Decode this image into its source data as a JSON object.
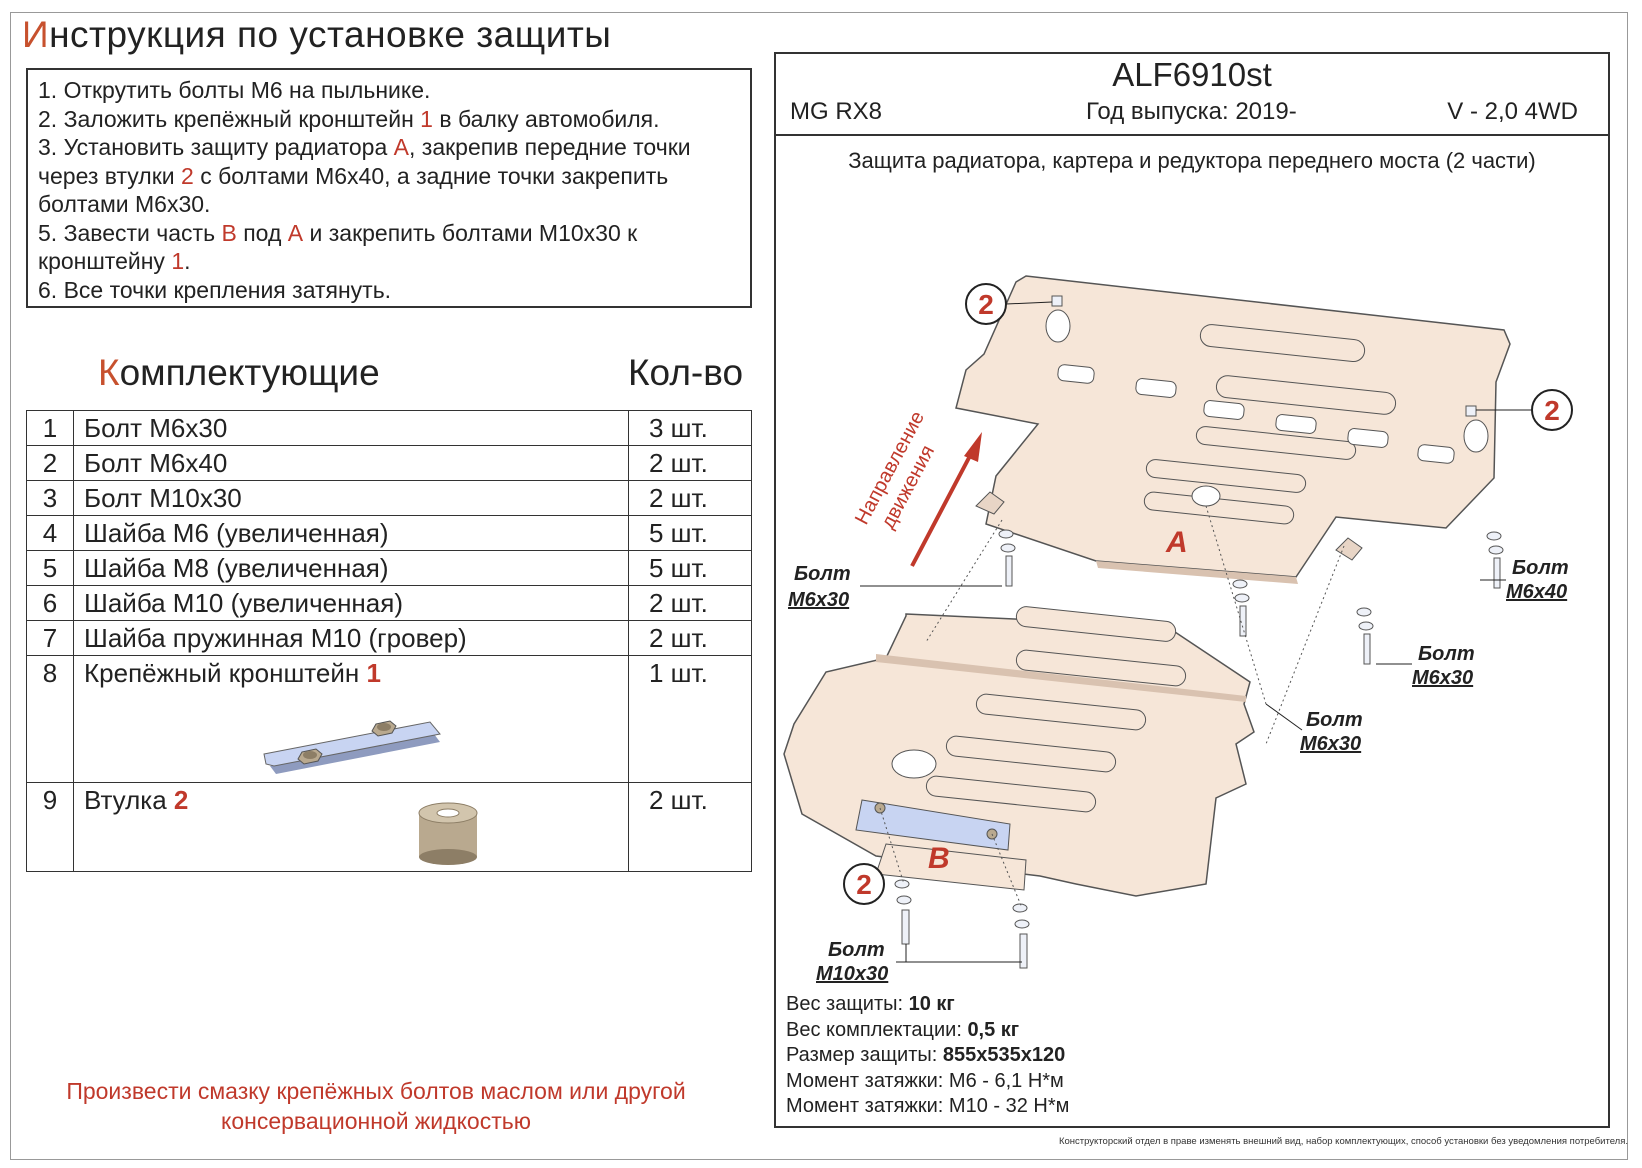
{
  "title": {
    "first_letter": "И",
    "rest": "нструкция по установке защиты"
  },
  "steps": [
    {
      "text": "1. Открутить болты М6 на пыльнике."
    },
    {
      "pre": "2. Заложить крепёжный кронштейн ",
      "mark": "1",
      "post": " в балку автомобиля."
    },
    {
      "pre": "3. Установить защиту радиатора ",
      "mark": "А",
      "post": ", закрепив передние точки"
    },
    {
      "pre": "через втулки ",
      "mark": "2",
      "post": " с болтами М6х40, а задние точки закрепить"
    },
    {
      "text": "болтами М6х30."
    },
    {
      "pre": "5. Завести часть ",
      "mark": "В",
      "mid": " под ",
      "mark2": "А",
      "post": " и закрепить болтами М10х30 к"
    },
    {
      "pre": "кронштейну ",
      "mark": "1",
      "post": "."
    },
    {
      "text": "6. Все точки крепления затянуть."
    }
  ],
  "parts": {
    "heading_first_letter": "К",
    "heading_rest": "омплектующие",
    "qty_heading": "Кол-во",
    "rows": [
      {
        "num": "1",
        "name": "Болт М6х30",
        "qty": "3 шт."
      },
      {
        "num": "2",
        "name": "Болт М6х40",
        "qty": "2 шт."
      },
      {
        "num": "3",
        "name": "Болт М10х30",
        "qty": "2 шт."
      },
      {
        "num": "4",
        "name": "Шайба М6 (увеличенная)",
        "qty": "5 шт."
      },
      {
        "num": "5",
        "name": "Шайба М8 (увеличенная)",
        "qty": "5 шт."
      },
      {
        "num": "6",
        "name": "Шайба М10 (увеличенная)",
        "qty": "2 шт."
      },
      {
        "num": "7",
        "name": "Шайба пружинная М10 (гровер)",
        "qty": "2 шт."
      },
      {
        "num": "8",
        "name": "Крепёжный кронштейн ",
        "mark": "1",
        "qty": "1 шт."
      },
      {
        "num": "9",
        "name": "Втулка ",
        "mark": "2",
        "qty": "2 шт."
      }
    ]
  },
  "note": {
    "line1": "Произвести смазку крепёжных болтов маслом или другой",
    "line2": "консервационной жидкостью"
  },
  "header": {
    "code": "ALF6910st",
    "model": "MG RX8",
    "year": "Год выпуска: 2019-",
    "engine": "V - 2,0 4WD",
    "description": "Защита радиатора, картера и редуктора переднего моста (2 части)"
  },
  "diagram": {
    "direction_line1": "Направление",
    "direction_line2": "движения",
    "part_a": "A",
    "part_b": "B",
    "callout_bushing": "2",
    "bolt_word": "Болт",
    "bolt_m6x30": "М6х30",
    "bolt_m6x40": "М6х40",
    "bolt_m10x30": "М10х30"
  },
  "specs": [
    {
      "label": "Вес защиты: ",
      "value": "10 кг"
    },
    {
      "label": "Вес комплектации: ",
      "value": "0,5 кг"
    },
    {
      "label": "Размер защиты: ",
      "value": "855x535x120"
    },
    {
      "label": "Момент затяжки: ",
      "value": "М6 - 6,1 Н*м"
    },
    {
      "label": "Момент затяжки: ",
      "value": "М10 - 32 Н*м"
    }
  ],
  "disclaimer": "Конструкторский отдел в праве изменять внешний вид, набор комплектующих, способ установки без уведомления потребителя.",
  "colors": {
    "accent_red": "#c0392b",
    "title_letter": "#c7512e",
    "plate_fill": "#f6e6d8",
    "bracket_fill": "#c8d4f2"
  }
}
